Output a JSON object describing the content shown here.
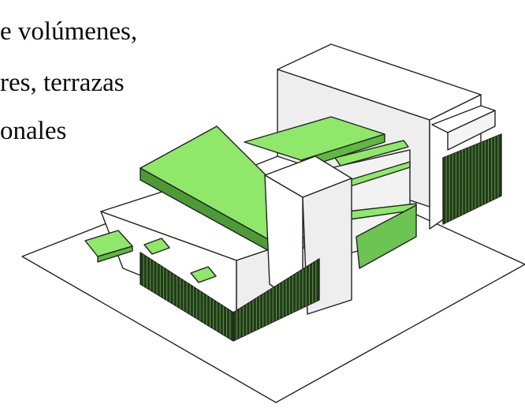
{
  "caption": {
    "lines": [
      "e volúmenes,",
      "res, terrazas",
      "onales"
    ]
  },
  "colors": {
    "background": "#ffffff",
    "green_fill": "#8fe86a",
    "green_dark": "#4d9a36",
    "louver_dark": "#1a3812",
    "wall_white": "#ffffff",
    "wall_shade": "#e8e8e8",
    "line": "#222222"
  }
}
